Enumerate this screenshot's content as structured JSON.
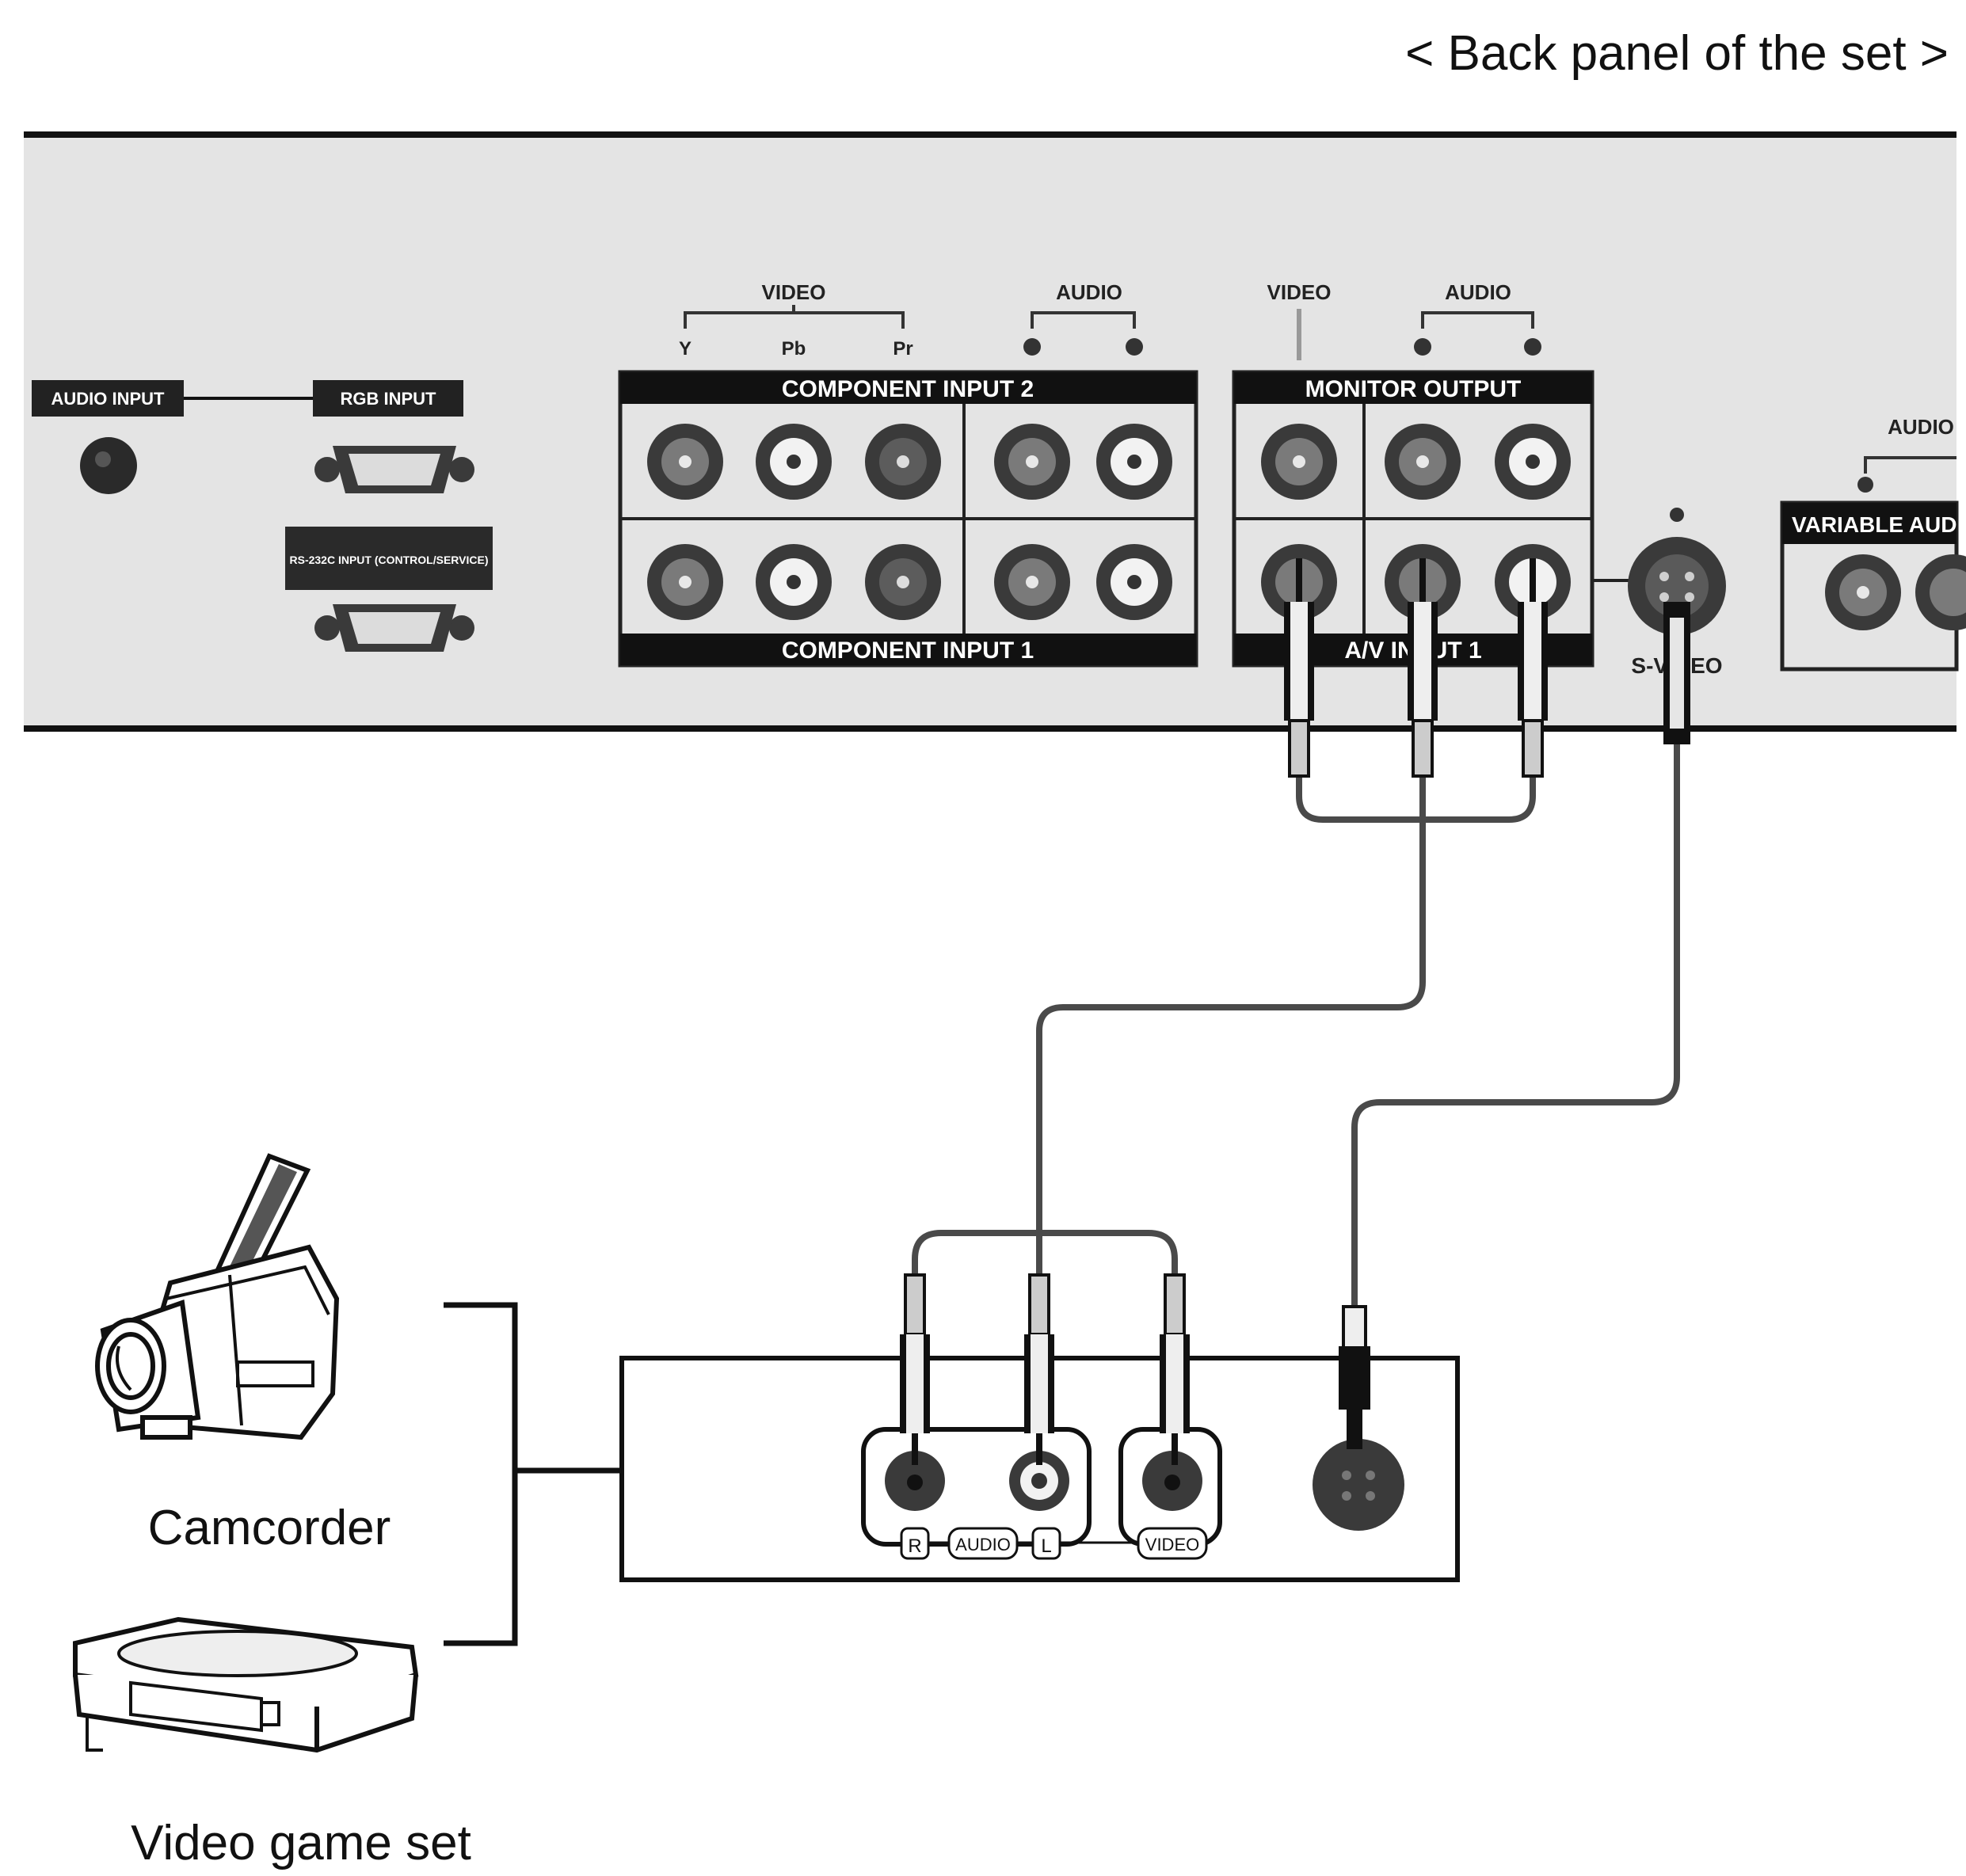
{
  "caption": "< Back panel of the set >",
  "panel": {
    "top_labels": {
      "component_video": "VIDEO",
      "y": "Y",
      "pb": "Pb",
      "pr": "Pr",
      "component_audio": "AUDIO",
      "monitor_video": "VIDEO",
      "monitor_audio": "AUDIO",
      "right_audio": "AUDIO"
    },
    "small_labels": {
      "audio_input": "AUDIO INPUT",
      "rgb_input": "RGB INPUT",
      "rs232c": "RS-232C INPUT (CONTROL/SERVICE)"
    },
    "component_input_2": "COMPONENT INPUT 2",
    "component_input_1": "COMPONENT INPUT 1",
    "monitor_output": "MONITOR OUTPUT",
    "av_input_1": "A/V INPUT 1",
    "s_video": "S-VIDEO",
    "variable_audio": "VARIABLE AUD"
  },
  "device": {
    "r": "R",
    "audio": "AUDIO",
    "l": "L",
    "video": "VIDEO"
  },
  "sources": {
    "camcorder": "Camcorder",
    "video_game_set": "Video game set"
  },
  "colors": {
    "panel": "#e4e4e4",
    "bar": "#111111",
    "cable": "#4a4a4a",
    "jack_dark": "#3a3a3a"
  }
}
